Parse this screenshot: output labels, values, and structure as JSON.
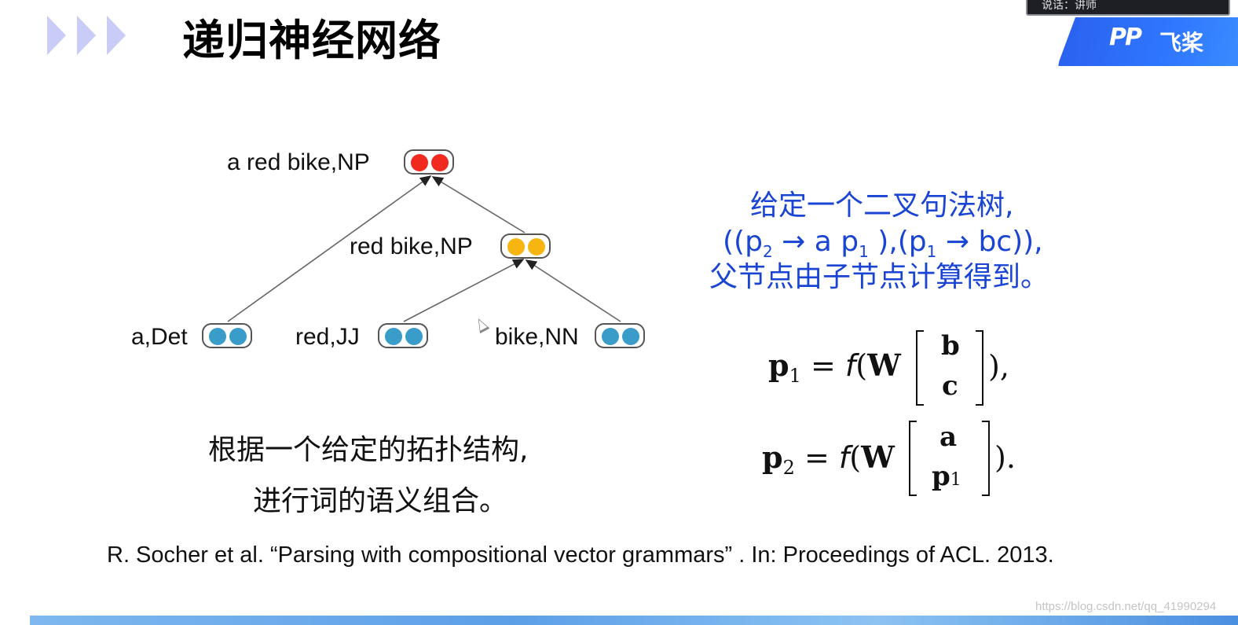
{
  "header": {
    "title": "递归神经网络",
    "speaker_chip": "说话：讲师",
    "logo_mark": "PP",
    "logo_text": "飞桨"
  },
  "tree": {
    "nodes": [
      {
        "label": "a red bike,NP",
        "dot_color": "#f02a1e"
      },
      {
        "label": "red bike,NP",
        "dot_color": "#f7b512"
      },
      {
        "label": "a,Det",
        "dot_color": "#3a9cc9"
      },
      {
        "label": "red,JJ",
        "dot_color": "#3a9cc9"
      },
      {
        "label": "bike,NN",
        "dot_color": "#3a9cc9"
      }
    ],
    "caption_line1": "根据一个给定的拓扑结构,",
    "caption_line2": "进行词的语义组合。"
  },
  "description": {
    "line1": "给定一个二叉句法树,",
    "line2_parts": [
      "((p",
      "2",
      " → a p",
      "1",
      " ),(p",
      "1",
      " → bc)),"
    ],
    "line3": "父节点由子节点计算得到。"
  },
  "formulas": {
    "f1_lhs": "p",
    "f1_lhs_sub": "1",
    "f1_eq": "=",
    "f1_fn": "f",
    "f1_open": "(",
    "f1_W": "W",
    "f1_top": "b",
    "f1_bottom": "c",
    "f1_close": "),",
    "f2_lhs": "p",
    "f2_lhs_sub": "2",
    "f2_eq": "=",
    "f2_fn": "f",
    "f2_open": "(",
    "f2_W": "W",
    "f2_top": "a",
    "f2_bottom": "p",
    "f2_bottom_sub": "1",
    "f2_close": ")."
  },
  "reference": "R. Socher et al.   “Parsing with compositional vector grammars”  . In: Proceedings of ACL. 2013.",
  "watermark": "https://blog.csdn.net/qq_41990294"
}
